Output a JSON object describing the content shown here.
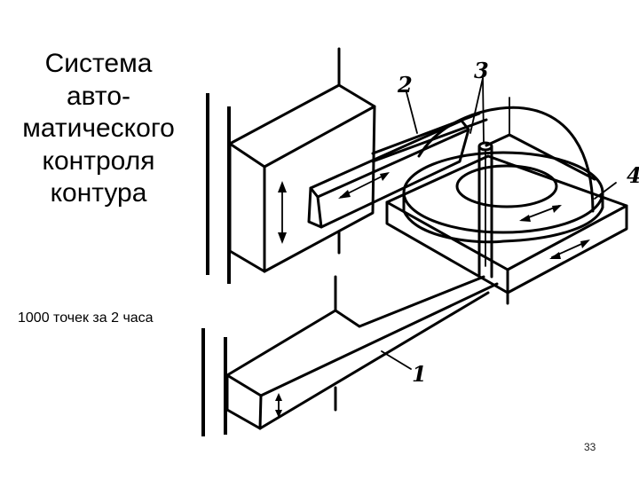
{
  "slide": {
    "title": "Система\nавто-\nматического\nконтроля\nконтура",
    "caption": "1000 точек за 2 часа",
    "slide_number": "33",
    "background": "#ffffff"
  },
  "figure": {
    "type": "technical-line-drawing",
    "labels": {
      "part_1": "1",
      "part_2": "2",
      "part_3": "3",
      "part_4": "4"
    }
  }
}
